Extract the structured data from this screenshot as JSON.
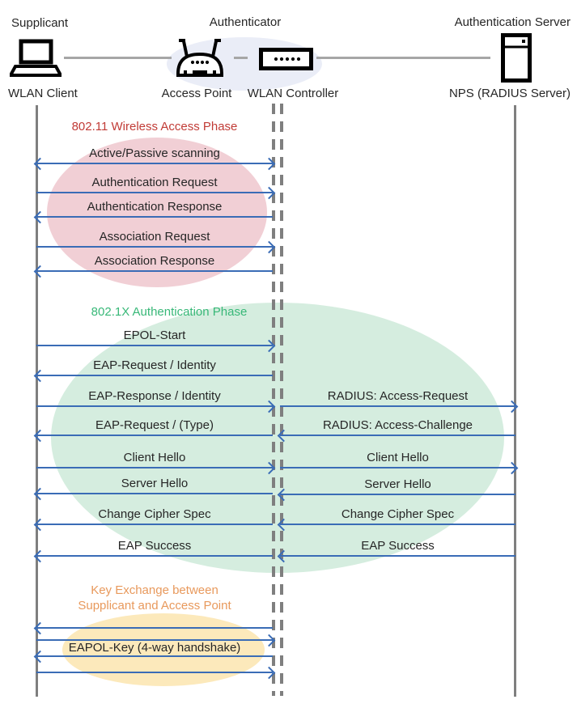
{
  "header": {
    "supplicant_role": "Supplicant",
    "authenticator_role": "Authenticator",
    "auth_server_role": "Authentication Server",
    "wlan_client": "WLAN Client",
    "access_point": "Access Point",
    "wlan_controller": "WLAN Controller",
    "nps": "NPS (RADIUS Server)"
  },
  "icons": {
    "supplicant": "laptop-icon",
    "access_point": "wireless-router-icon",
    "wlan_controller": "controller-box-icon",
    "auth_server": "server-tower-icon"
  },
  "phases": {
    "wireless_access": {
      "title": "802.11 Wireless Access Phase",
      "title_color": "#C13B36",
      "ellipse_color": "#F1CFD5"
    },
    "authentication": {
      "title": "802.1X Authentication Phase",
      "title_color": "#38B878",
      "ellipse_color": "#D5EDDF"
    },
    "key_exchange": {
      "title_line1": "Key Exchange between",
      "title_line2": "Supplicant and Access Point",
      "title_color": "#E8995C",
      "ellipse_color": "#FCE9BB"
    }
  },
  "messages": {
    "client_to_controller": [
      {
        "label": "Active/Passive scanning",
        "direction": "both"
      },
      {
        "label": "Authentication Request",
        "direction": "right"
      },
      {
        "label": "Authentication Response",
        "direction": "left"
      },
      {
        "label": "Association Request",
        "direction": "right"
      },
      {
        "label": "Association Response",
        "direction": "left"
      },
      {
        "label": "EPOL-Start",
        "direction": "right"
      },
      {
        "label": "EAP-Request / Identity",
        "direction": "left"
      },
      {
        "label": "EAP-Response / Identity",
        "direction": "right"
      },
      {
        "label": "EAP-Request / (Type)",
        "direction": "left"
      },
      {
        "label": "Client Hello",
        "direction": "right"
      },
      {
        "label": "Server Hello",
        "direction": "left"
      },
      {
        "label": "Change Cipher Spec",
        "direction": "left"
      },
      {
        "label": "EAP Success",
        "direction": "left"
      }
    ],
    "controller_to_server": [
      {
        "label": "RADIUS: Access-Request",
        "direction": "right"
      },
      {
        "label": "RADIUS: Access-Challenge",
        "direction": "left"
      },
      {
        "label": "Client Hello",
        "direction": "right"
      },
      {
        "label": "Server Hello",
        "direction": "left"
      },
      {
        "label": "Change Cipher Spec",
        "direction": "left"
      },
      {
        "label": "EAP Success",
        "direction": "left"
      }
    ],
    "key_exchange_label": "EAPOL-Key (4-way handshake)",
    "key_exchange_arrows": [
      "left",
      "right",
      "left",
      "right"
    ]
  },
  "colors": {
    "arrow": "#3A6CB6",
    "lifeline": "#7F7F7F",
    "connector": "#A6A6A6",
    "authenticator_ellipse": "#EAEDF7",
    "text": "#262626"
  }
}
